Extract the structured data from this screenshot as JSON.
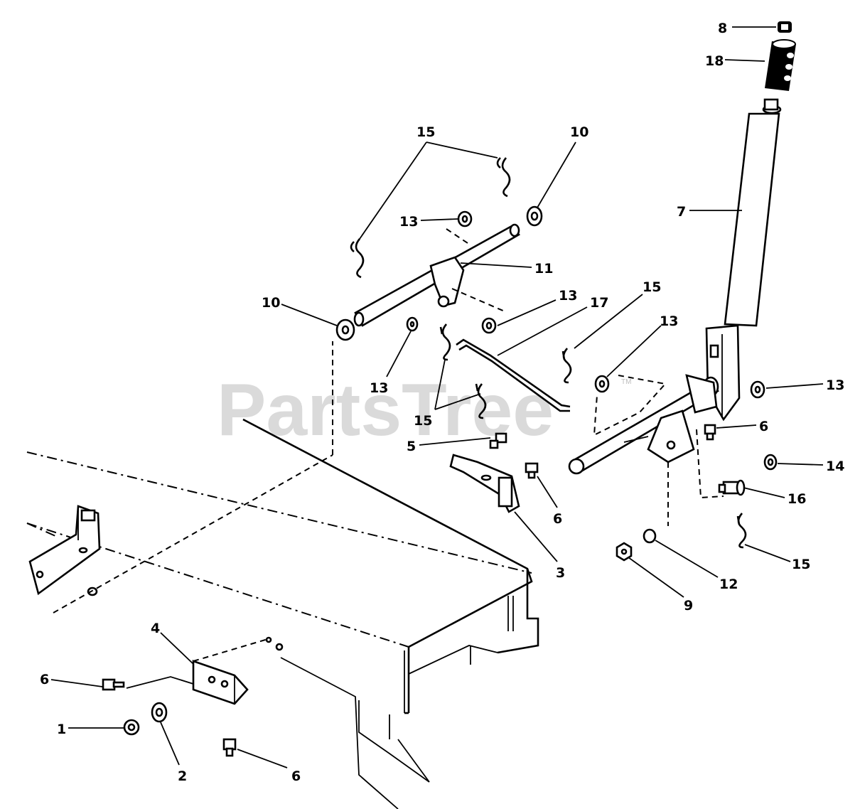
{
  "watermark": {
    "text": "PartsTree",
    "trademark": "TM"
  },
  "callouts": [
    {
      "id": "c8",
      "number": "8"
    },
    {
      "id": "c18",
      "number": "18"
    },
    {
      "id": "c7",
      "number": "7"
    },
    {
      "id": "c15a",
      "number": "15"
    },
    {
      "id": "c10a",
      "number": "10"
    },
    {
      "id": "c13a",
      "number": "13"
    },
    {
      "id": "c11",
      "number": "11"
    },
    {
      "id": "c10b",
      "number": "10"
    },
    {
      "id": "c13b",
      "number": "13"
    },
    {
      "id": "c17",
      "number": "17"
    },
    {
      "id": "c13c",
      "number": "13"
    },
    {
      "id": "c15b",
      "number": "15"
    },
    {
      "id": "c13d",
      "number": "13"
    },
    {
      "id": "c15c",
      "number": "15"
    },
    {
      "id": "c13e",
      "number": "13"
    },
    {
      "id": "c6a",
      "number": "6"
    },
    {
      "id": "c5",
      "number": "5"
    },
    {
      "id": "c6b",
      "number": "6"
    },
    {
      "id": "c14",
      "number": "14"
    },
    {
      "id": "c16",
      "number": "16"
    },
    {
      "id": "c15d",
      "number": "15"
    },
    {
      "id": "c3",
      "number": "3"
    },
    {
      "id": "c12",
      "number": "12"
    },
    {
      "id": "c9",
      "number": "9"
    },
    {
      "id": "c4",
      "number": "4"
    },
    {
      "id": "c6c",
      "number": "6"
    },
    {
      "id": "c1",
      "number": "1"
    },
    {
      "id": "c2",
      "number": "2"
    },
    {
      "id": "c6d",
      "number": "6"
    }
  ]
}
